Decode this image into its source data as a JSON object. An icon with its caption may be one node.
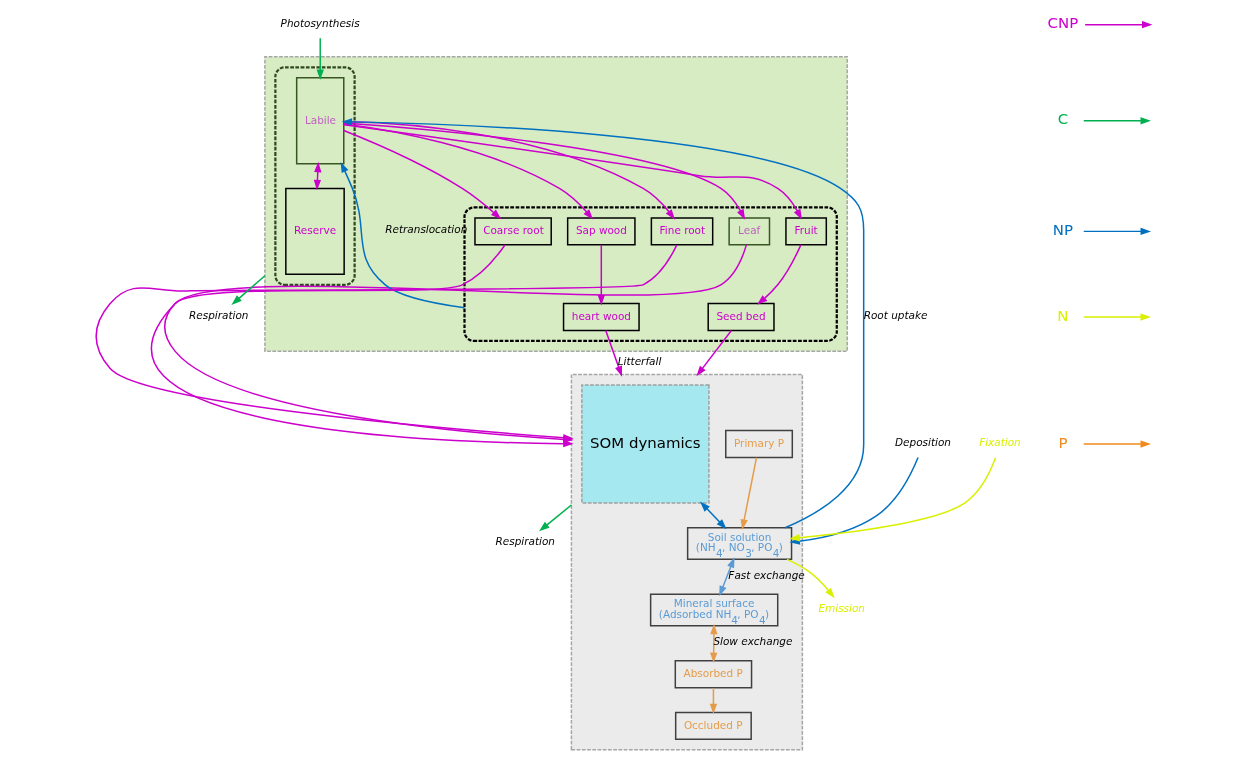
{
  "diagram": {
    "nodes": [
      {
        "text": [],
        "shape": "box"
      },
      {
        "text": [],
        "shape": "box",
        "in": 0
      },
      {
        "text": [
          "Leaf"
        ],
        "in": 1
      },
      {
        "text": [
          "Seed bed"
        ],
        "in": 1
      },
      {
        "text": [
          "Fruit"
        ],
        "in": 1
      },
      {
        "text": [
          "heart wood"
        ],
        "in": 1
      },
      {
        "text": [
          "Sap wood"
        ],
        "in": 1
      },
      {
        "text": [
          "Coarse root"
        ],
        "in": 1
      },
      {
        "text": [
          "Fine root"
        ],
        "in": 1
      },
      {
        "text": [],
        "shape": "box",
        "in": 0
      },
      {
        "text": [
          "Labile"
        ],
        "in": 9
      },
      {
        "text": [
          "Reserve"
        ],
        "in": 9
      },
      {
        "text": [],
        "shape": "box"
      },
      {
        "text": [
          "SOM dynamics"
        ],
        "in": 12
      },
      {
        "text": [
          "Soil solution",
          "(NH$_{4}$, NO$_{3}$, PO$_{4}$)"
        ],
        "in": 12
      },
      {
        "text": [
          "Mineral surface",
          "(Adsorbed NH$_{4}$, PO$_{4}$)"
        ],
        "in": 12
      },
      {
        "text": [
          "Primary P"
        ],
        "in": 12
      },
      {
        "text": [
          "Occluded P"
        ],
        "in": 12
      },
      {
        "text": [
          "Absorbed P"
        ],
        "in": 12
      },
      {
        "text": [
          "Respiration"
        ]
      },
      {
        "text": [
          "Photosynthesis"
        ]
      },
      {
        "text": [
          "Deposition"
        ]
      },
      {
        "text": [
          "Fixation"
        ]
      },
      {
        "text": [
          "Emission"
        ]
      },
      {
        "text": [
          "Respiration"
        ]
      }
    ],
    "edges": [
      {
        "from": 0,
        "to": 19,
        "arrow": "to",
        "color": "#00b050"
      },
      {
        "from": 20,
        "to": 10,
        "arrow": "to",
        "color": "#00b050"
      },
      {
        "from": 1,
        "to": 10,
        "arrow": "to",
        "label": "Retranslocation",
        "color": "#0070c0"
      },
      {
        "from": 10,
        "to": 2,
        "arrow": "to"
      },
      {
        "from": 10,
        "to": 4,
        "arrow": "to"
      },
      {
        "from": 10,
        "to": 6,
        "arrow": "to"
      },
      {
        "from": 10,
        "to": 7,
        "arrow": "to"
      },
      {
        "from": 10,
        "to": 8,
        "arrow": "to"
      },
      {
        "from": 10,
        "to": 11,
        "arrow": "both"
      },
      {
        "from": 4,
        "to": 3,
        "arrow": "to"
      },
      {
        "from": 6,
        "to": 5,
        "arrow": "to"
      },
      {
        "from": 2,
        "to": 12,
        "arrow": "to"
      },
      {
        "from": 3,
        "to": 12,
        "arrow": "to"
      },
      {
        "from": 5,
        "to": 12,
        "arrow": "to",
        "label": "Litterfall"
      },
      {
        "from": 7,
        "to": 12,
        "arrow": "to"
      },
      {
        "from": 8,
        "to": 12,
        "arrow": "to"
      },
      {
        "from": 14,
        "to": 10,
        "arrow": "to",
        "label": "Root uptake",
        "color": "#0070c0"
      },
      {
        "from": 21,
        "to": 14,
        "arrow": "to",
        "color": "#0070c0"
      },
      {
        "from": 22,
        "to": 14,
        "arrow": "to",
        "color": "#d9f000"
      },
      {
        "from": 14,
        "to": 23,
        "arrow": "to",
        "color": "#d9f000"
      },
      {
        "from": 13,
        "to": 14,
        "arrow": "both",
        "color": "#0070c0"
      },
      {
        "from": 16,
        "to": 14,
        "arrow": "to",
        "color": "#e59c4a"
      },
      {
        "from": 14,
        "to": 15,
        "arrow": "both",
        "label": "Fast exchange",
        "color": "#5b9bd5"
      },
      {
        "from": 15,
        "to": 18,
        "arrow": "both",
        "label": "Slow exchange",
        "color": "#e59c4a"
      },
      {
        "from": 18,
        "to": 17,
        "arrow": "to",
        "color": "#e59c4a"
      },
      {
        "from": 12,
        "to": 24,
        "arrow": "to",
        "color": "#00b050"
      }
    ],
    "legend": [
      {
        "text": "CNP"
      },
      {
        "text": "C"
      },
      {
        "text": "NP"
      },
      {
        "text": "N"
      },
      {
        "text": "P"
      }
    ]
  }
}
